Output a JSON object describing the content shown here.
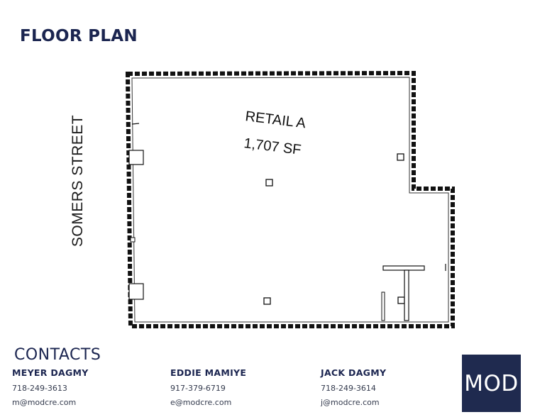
{
  "header": {
    "title": "FLOOR PLAN"
  },
  "plan": {
    "street": "SOMERS STREET",
    "unit_name": "RETAIL A",
    "unit_area": "1,707 SF"
  },
  "contacts": {
    "heading": "CONTACTS",
    "people": [
      {
        "name": "MEYER DAGMY",
        "phone": "718-249-3613",
        "email": "m@modcre.com"
      },
      {
        "name": "EDDIE MAMIYE",
        "phone": "917-379-6719",
        "email": "e@modcre.com"
      },
      {
        "name": "JACK DAGMY",
        "phone": "718-249-3614",
        "email": "j@modcre.com"
      }
    ]
  },
  "logo": {
    "text": "MOD",
    "background": "#1f2a4f"
  },
  "colors": {
    "navy": "#1b2550",
    "wall": "#111111"
  }
}
